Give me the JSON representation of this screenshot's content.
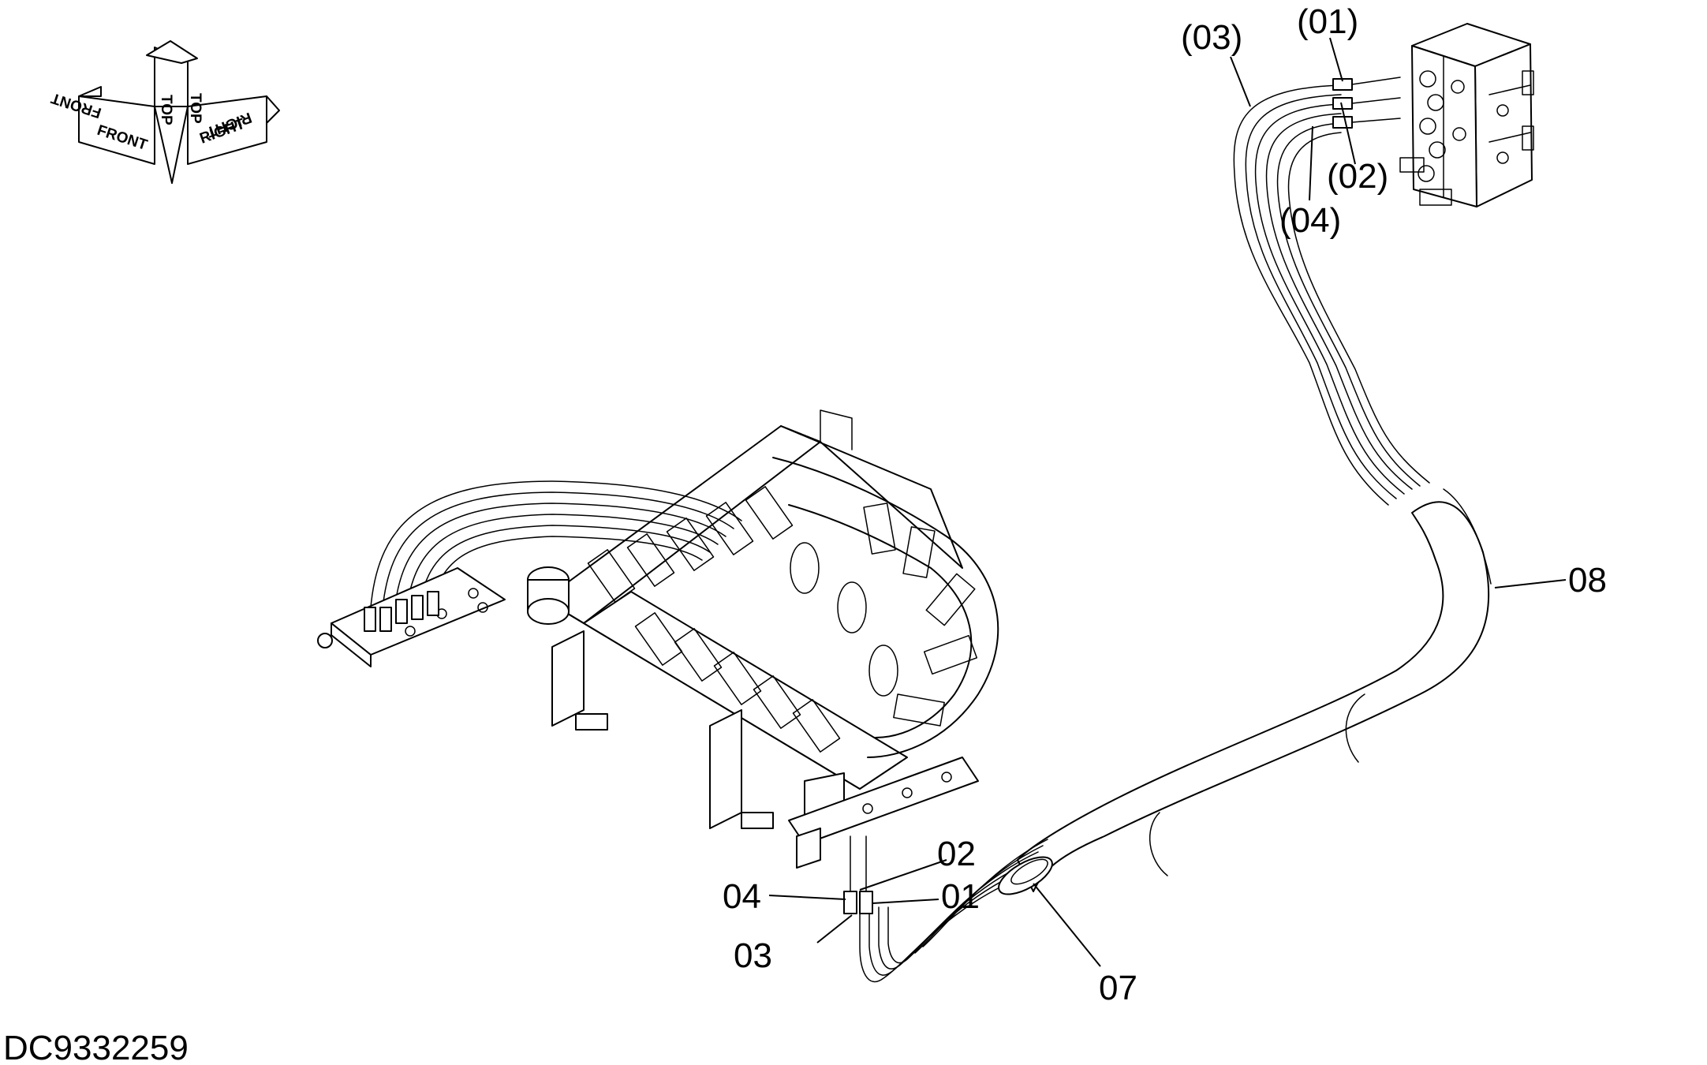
{
  "orientation": {
    "front": "FRONT",
    "top": "TOP",
    "right": "RIGHT"
  },
  "callouts": {
    "c_03_paren": "(03)",
    "c_01_paren": "(01)",
    "c_02_paren": "(02)",
    "c_04_paren": "(04)",
    "c_08": "08",
    "c_02": "02",
    "c_04": "04",
    "c_01": "01",
    "c_03": "03",
    "c_07": "07"
  },
  "doc_id": "DC9332259"
}
